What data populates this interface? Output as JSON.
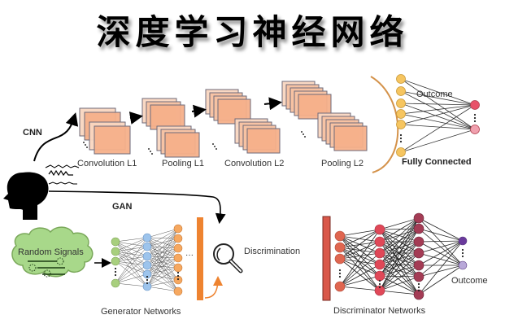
{
  "title": "深度学习神经网络",
  "cnn": {
    "label": "CNN",
    "stages": [
      {
        "label": "Convolution L1"
      },
      {
        "label": "Pooling L1"
      },
      {
        "label": "Convolution L2"
      },
      {
        "label": "Pooling L2"
      }
    ],
    "fully_connected": {
      "label": "Fully Connected",
      "outcome_label": "Outcome",
      "input_nodes_visible": 6,
      "output_nodes_visible": 2
    }
  },
  "gan": {
    "label": "GAN",
    "random_signals_label": "Random Signals",
    "generator_label": "Generator Networks",
    "discrimination_label": "Discrimination",
    "discriminator_label": "Discriminator Networks",
    "discriminator_outcome_label": "Outcome"
  },
  "colors": {
    "feature_map_front": "#f5b08a",
    "feature_map_back": "#f9d6c0",
    "feature_map_border": "#6e6a7a",
    "fc_node": "#f6c560",
    "fc_out_1": "#e8536a",
    "fc_out_2": "#f0a0ae",
    "gen_layer1": "#a8cf7e",
    "gen_layer2": "#9dc4ec",
    "gen_layer3": "#f6a860",
    "gen_bar": "#ee8330",
    "disc_bar": "#d9584a",
    "disc_layer1": "#e06650",
    "disc_layer2": "#e04858",
    "disc_layer3": "#a43c55",
    "disc_out_1": "#6a3a9c",
    "disc_out_2": "#b8a8d8",
    "cloud": "#a8d88a",
    "arc": "#d4924a"
  }
}
